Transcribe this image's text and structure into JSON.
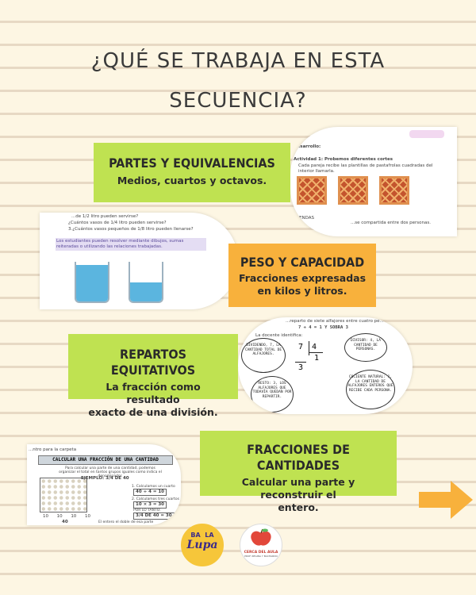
{
  "title": {
    "line1": "¿QUÉ SE TRABAJA EN ESTA",
    "line2": "SECUENCIA?"
  },
  "cards": {
    "partes": {
      "heading": "PARTES Y EQUIVALENCIAS",
      "subtitle": "Medios, cuartos y octavos."
    },
    "peso": {
      "heading": "PESO Y CAPACIDAD",
      "subtitle_l1": "Fracciones expresadas",
      "subtitle_l2": "en kilos y litros."
    },
    "repartos": {
      "heading": "REPARTOS EQUITATIVOS",
      "subtitle_l1": "La fracción como resultado",
      "subtitle_l2": "exacto de una división."
    },
    "fracciones": {
      "heading": "FRACCIONES DE CANTIDADES",
      "subtitle_l1": "Calcular una parte y reconstruir el",
      "subtitle_l2": "entero."
    }
  },
  "thumb_partes": {
    "desarrollo": "Desarrollo:",
    "actividad": "Actividad 1: Probemos diferentes cortes",
    "bullet": "Cada pareja recibe las plantillas de pastafrolas cuadradas del interior llamarla.",
    "footer_left": "TIENDAS",
    "footer_right": "...se compartida entre dos personas."
  },
  "thumb_peso": {
    "q1": "...de 1/2 litro pueden servirse?",
    "q2": "¿Cuántos vasos de 1/4 litro pueden servirse?",
    "q3": "3.¿Cuántos vasos pequeños de 1/8 litro pueden llenarse?",
    "note": "Los estudiantes pueden resolver mediante dibujos, sumas reiteradas o utilizando las relaciones trabajadas."
  },
  "thumb_repartos": {
    "top_line": "...reparto de siete alfajores entre cuatro pe...",
    "equation": "7 ÷ 4 = 1 Y SOBRA 3",
    "docente": "La docente identifica:",
    "dividendo": "DIVIDENDO, 7, LA CANTIDAD TOTAL DE ALFAJORES.",
    "divisor": "DIVISOR: 4, LA CANTIDAD DE PERSONAS.",
    "resto": "RESTO: 3, LOS ALFAJORES QUE TODAVÍA QUEDAN POR REPARTIR.",
    "cociente": "COCIENTE NATURAL: 1, LA CANTIDAD DE ALFAJORES ENTEROS QUE RECIBE CADA PERSONA.",
    "n7": "7",
    "n4": "4",
    "n3": "3",
    "n1": "1"
  },
  "thumb_fracciones": {
    "top": "...ntro para la carpeta",
    "banner": "CALCULAR UNA FRACCIÓN DE UNA CANTIDAD",
    "desc": "Para calcular una parte de una cantidad, podemos organizar el total en tantos grupos iguales como indica el denominador.",
    "ejemplo": "EJEMPLO: 3/4 DE 40",
    "step1": "1. Calculamos un cuarto",
    "calc1": "40 ÷ 4 = 10",
    "step2": "2. Calculamos tres cuartos",
    "calc2": "10 × 3 = 30",
    "por_lo_tanto": "POR LO TANTO:",
    "calc3": "3/4 DE 40 = 30",
    "tens": [
      "10",
      "10",
      "10",
      "10"
    ],
    "total": "40",
    "bottom": "El entero el doble de esa parte"
  },
  "logos": {
    "lupa_l1": "BA",
    "lupa_l2": "LA",
    "lupa_l3": "Lupa",
    "cerca_l1": "CERCA DEL AULA",
    "cerca_l2": "PROF. REGINA Y BACHARDO"
  },
  "colors": {
    "card_green": "#bfe251",
    "card_orange": "#f8b13c",
    "arrow_orange": "#f8b13c",
    "background": "#fdf6e3"
  }
}
